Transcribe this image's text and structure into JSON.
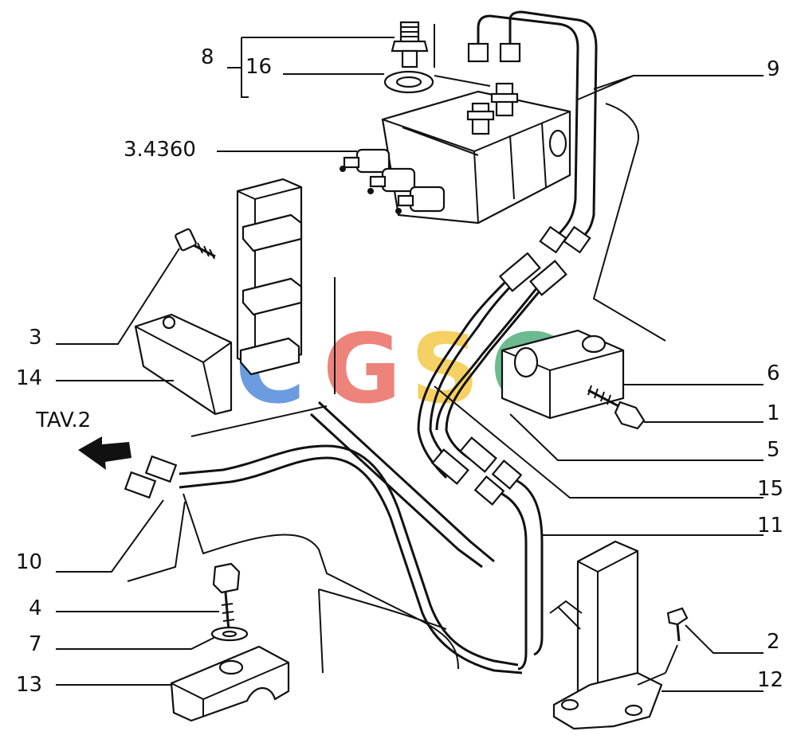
{
  "diagram": {
    "callouts": [
      "8",
      "16",
      "3.4360",
      "9",
      "3",
      "14",
      "6",
      "1",
      "5",
      "15",
      "11",
      "10",
      "4",
      "7",
      "2",
      "13",
      "12"
    ],
    "reference": "TAV.2",
    "watermark": [
      "C",
      "G",
      "S",
      "C"
    ]
  },
  "colors": {
    "line": "#111111",
    "background": "#ffffff",
    "watermark_blue": "#3a7bd5",
    "watermark_red": "#e85a4f",
    "watermark_yellow": "#f2c230",
    "watermark_green": "#3aa36b"
  }
}
